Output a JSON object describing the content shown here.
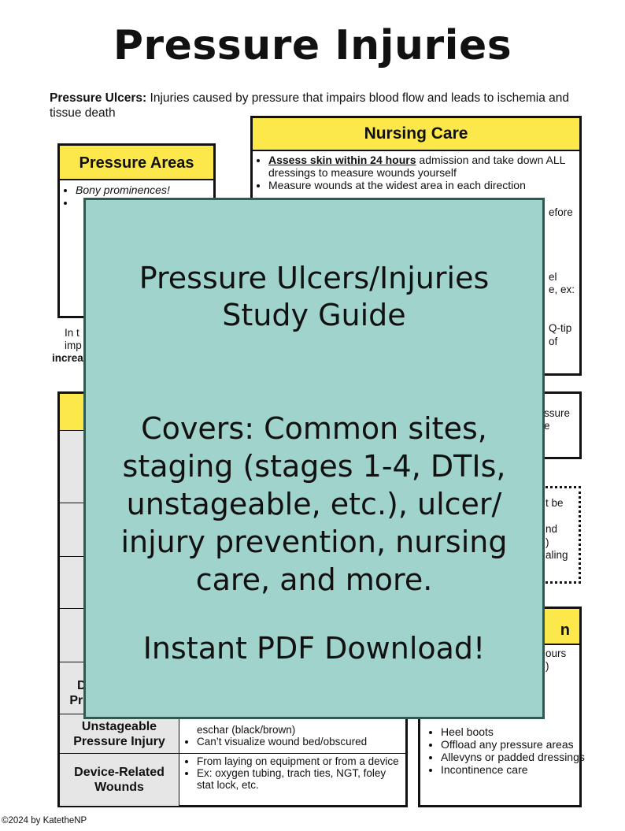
{
  "title": "Pressure Injuries",
  "intro": {
    "term": "Pressure Ulcers:",
    "definition": " Injuries caused by pressure that impairs blood flow and leads to ischemia and tissue death"
  },
  "nursing_care": {
    "heading": "Nursing Care",
    "item1_strong": "Assess skin within 24 hours",
    "item1_rest": " admission and take down ALL dressings to measure wounds yourself",
    "item2": "Measure wounds at the widest area in each direction",
    "fragments": [
      "efore",
      "el",
      "e, ex:",
      "Q-tip",
      "of"
    ]
  },
  "pressure_areas": {
    "heading": "Pressure Areas",
    "item1": "Bony prominences!",
    "fragments": [
      "In t",
      "imp",
      "increa"
    ]
  },
  "right_mid_fragments": [
    "ssure",
    "e"
  ],
  "dotted_fragments": [
    "t be",
    "nd",
    ")",
    "aling"
  ],
  "right_low": {
    "heading_fragment": "n",
    "fragments": [
      "ours",
      ")"
    ],
    "items": [
      "Heel boots",
      "Offload any pressure areas",
      "Allevyns or padded dressings",
      "Incontinence care"
    ]
  },
  "table": {
    "rows": [
      {
        "label": "Unstageable Pressure Injury",
        "items": [
          "eschar (black/brown)",
          "Can’t visualize wound bed/obscured"
        ]
      },
      {
        "label": "Device-Related Wounds",
        "items": [
          "From laying on equipment or from a device",
          "Ex: oxygen tubing, trach ties, NGT, foley stat lock, etc."
        ]
      }
    ],
    "partial_label_1": "D",
    "partial_label_2": "Pr"
  },
  "overlay": {
    "title_line1": "Pressure Ulcers/Injuries",
    "title_line2": "Study Guide",
    "body_lines": [
      "Covers: Common sites,",
      "staging (stages 1-4, DTIs,",
      "unstageable, etc.), ulcer/",
      "injury prevention, nursing",
      "care, and more."
    ],
    "cta": "Instant PDF Download!",
    "bg_color": "#9fd3cc"
  },
  "footer": "©2024 by KatetheNP",
  "colors": {
    "header_yellow": "#fce84a",
    "row_gray": "#e6e6e6"
  }
}
